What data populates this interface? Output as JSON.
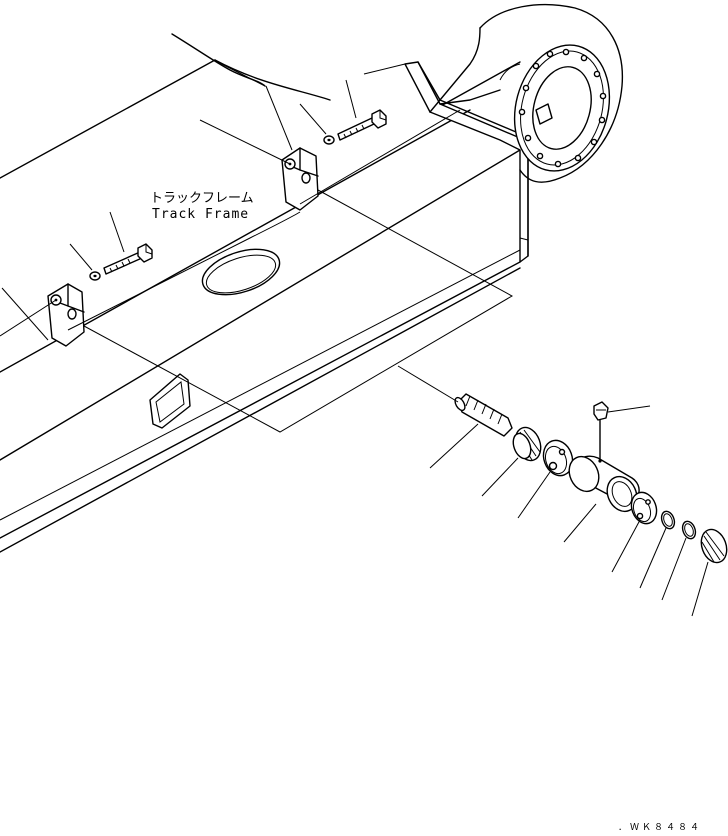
{
  "labels": {
    "track_frame_jp": "トラックフレーム",
    "track_frame_en": "Track Frame",
    "drawing_code": "．ＷＫ８４８４"
  }
}
